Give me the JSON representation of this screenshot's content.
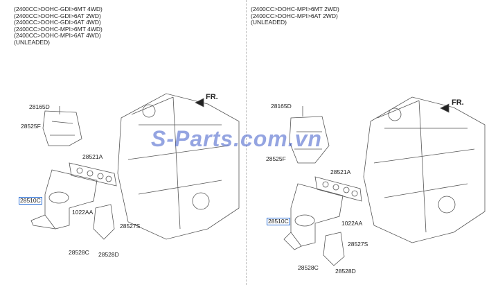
{
  "left_panel": {
    "header": [
      "(2400CC>DOHC-GDI>6MT 4WD)",
      "(2400CC>DOHC-GDI>6AT 2WD)",
      "(2400CC>DOHC-GDI>6AT 4WD)",
      "(2400CC>DOHC-MPI>6MT 4WD)",
      "(2400CC>DOHC-MPI>6AT 4WD)",
      "(UNLEADED)"
    ],
    "direction": "FR.",
    "parts": {
      "p1": "28165D",
      "p2": "28525F",
      "p3": "28521A",
      "p4": "28510C",
      "p5": "1022AA",
      "p6": "28527S",
      "p7": "28528C",
      "p8": "28528D"
    }
  },
  "right_panel": {
    "header": [
      "(2400CC>DOHC-MPI>6MT 2WD)",
      "(2400CC>DOHC-MPI>6AT 2WD)",
      "(UNLEADED)"
    ],
    "direction": "FR.",
    "parts": {
      "p1": "28165D",
      "p2": "28525F",
      "p3": "28521A",
      "p4": "28510C",
      "p5": "1022AA",
      "p6": "28527S",
      "p7": "28528C",
      "p8": "28528D"
    }
  },
  "watermark": "S-Parts.com.vn",
  "colors": {
    "highlight": "#2a6fd6",
    "watermark": "#3c5ac8"
  }
}
